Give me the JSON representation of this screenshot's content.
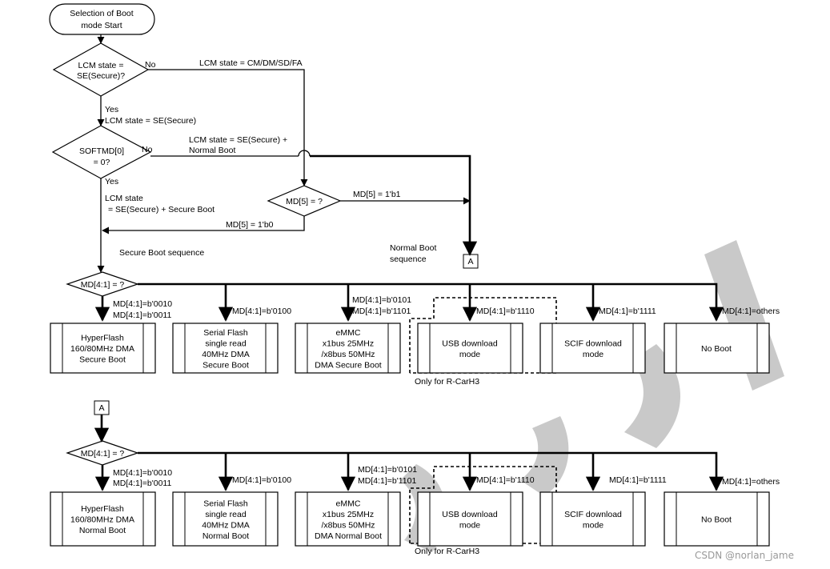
{
  "start": {
    "line1": "Selection of Boot",
    "line2": "mode Start"
  },
  "d_lcm": {
    "line1": "LCM state =",
    "line2": "SE(Secure)?"
  },
  "d_soft": {
    "line1": "SOFTMD[0]",
    "line2": "= 0?"
  },
  "d_md5": "MD[5] = ?",
  "d_md41": "MD[4:1] = ?",
  "labels": {
    "no": "No",
    "yes": "Yes",
    "lcm_cm": "LCM state = CM/DM/SD/FA",
    "lcm_se": "LCM state = SE(Secure)",
    "lcm_se_normal_1": "LCM state = SE(Secure) +",
    "lcm_se_normal_2": "Normal Boot",
    "lcm_state": "LCM state",
    "lcm_se_secure": "= SE(Secure) + Secure Boot",
    "md5_b1": "MD[5] = 1'b1",
    "md5_b0": "MD[5] = 1'b0",
    "secure_seq": "Secure Boot sequence",
    "normal_seq_1": "Normal Boot",
    "normal_seq_2": "sequence",
    "connector": "A",
    "only_h3": "Only for R-CarH3",
    "md_0010": "MD[4:1]=b'0010",
    "md_0011": "MD[4:1]=b'0011",
    "md_0100": "MD[4:1]=b'0100",
    "md_0101": "MD[4:1]=b'0101",
    "md_1101": "MD[4:1]=b'1101",
    "md_1110": "MD[4:1]=b'1110",
    "md_1111": "MD[4:1]=b'1111",
    "md_others": "MD[4:1]=others"
  },
  "secure_boxes": [
    [
      "HyperFlash",
      "160/80MHz DMA",
      "Secure Boot"
    ],
    [
      "Serial Flash",
      "single read",
      "40MHz DMA",
      "Secure Boot"
    ],
    [
      "eMMC",
      "x1bus 25MHz",
      "/x8bus 50MHz",
      "DMA Secure Boot"
    ],
    [
      "USB download",
      "mode"
    ],
    [
      "SCIF download",
      "mode"
    ],
    [
      "No Boot"
    ]
  ],
  "normal_boxes": [
    [
      "HyperFlash",
      "160/80MHz DMA",
      "Normal Boot"
    ],
    [
      "Serial Flash",
      "single read",
      "40MHz DMA",
      "Normal Boot"
    ],
    [
      "eMMC",
      "x1bus 25MHz",
      "/x8bus 50MHz",
      "DMA Normal Boot"
    ],
    [
      "USB download",
      "mode"
    ],
    [
      "SCIF download",
      "mode"
    ],
    [
      "No Boot"
    ]
  ],
  "credit": "CSDN @norlan_jame"
}
